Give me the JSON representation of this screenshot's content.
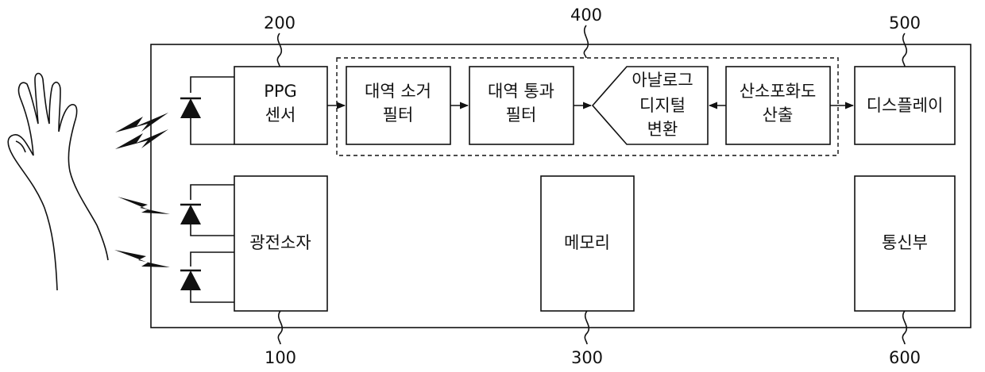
{
  "refs": {
    "r200": "200",
    "r400": "400",
    "r500": "500",
    "r100": "100",
    "r300": "300",
    "r600": "600"
  },
  "blocks": {
    "ppg_line1": "PPG",
    "ppg_line2": "센서",
    "bandstop_line1": "대역 소거",
    "bandstop_line2": "필터",
    "bandpass_line1": "대역 통과",
    "bandpass_line2": "필터",
    "adc_line1": "아날로그",
    "adc_line2": "디지털",
    "adc_line3": "변환",
    "spo2_line1": "산소포화도",
    "spo2_line2": "산출",
    "display": "디스플레이",
    "photodiode": "광전소자",
    "memory": "메모리",
    "comm": "통신부"
  }
}
